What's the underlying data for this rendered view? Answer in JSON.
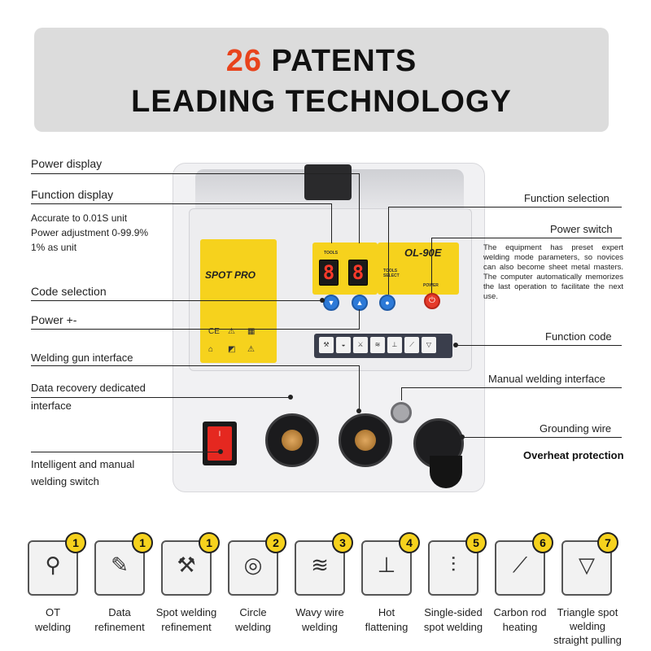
{
  "banner": {
    "accent": "26",
    "line1_rest": " PATENTS",
    "line2": "LEADING TECHNOLOGY"
  },
  "machine": {
    "brand": "SPOT PRO",
    "model": "OL-90E",
    "display_left": "8",
    "display_right": "8",
    "tools_label": "TOOLS",
    "select_label": "TOOLS SELECT",
    "power_label": "POWER",
    "cert_marks": [
      "CE",
      "⚠",
      "▦",
      "⌂",
      "◩",
      "⚠"
    ]
  },
  "callouts": {
    "power_display": "Power display",
    "function_display": "Function display",
    "function_display_detail": [
      "Accurate to 0.01S unit",
      "Power adjustment 0-99.9%",
      "1% as unit"
    ],
    "code_selection": "Code selection",
    "power_plus_minus": "Power +-",
    "welding_gun_interface": "Welding gun interface",
    "data_recovery_line1": "Data recovery dedicated",
    "data_recovery_line2": "interface",
    "intelligent_line1": "Intelligent and manual",
    "intelligent_line2": "welding switch",
    "function_selection": "Function selection",
    "power_switch": "Power switch",
    "power_switch_note": "The equipment has preset expert welding mode parameters, so novices can also become sheet metal masters. The computer automatically memorizes the last operation to facilitate the next use.",
    "function_code": "Function code",
    "manual_welding_interface": "Manual welding interface",
    "grounding_wire": "Grounding wire",
    "overheat_protection": "Overheat protection"
  },
  "modes": [
    {
      "badge": "1",
      "line1": "OT",
      "line2": "welding",
      "icon": "ot-terminal-icon"
    },
    {
      "badge": "1",
      "line1": "Data",
      "line2": "refinement",
      "icon": "pen-weld-icon"
    },
    {
      "badge": "1",
      "line1": "Spot welding",
      "line2": "refinement",
      "icon": "spot-gun-icon"
    },
    {
      "badge": "2",
      "line1": "Circle",
      "line2": "welding",
      "icon": "washer-icon"
    },
    {
      "badge": "3",
      "line1": "Wavy wire",
      "line2": "welding",
      "icon": "wavy-wire-icon"
    },
    {
      "badge": "4",
      "line1": "Hot",
      "line2": "flattening",
      "icon": "flatten-icon"
    },
    {
      "badge": "5",
      "line1": "Single-sided",
      "line2": "spot welding",
      "icon": "single-spot-icon"
    },
    {
      "badge": "6",
      "line1": "Carbon rod",
      "line2": "heating",
      "icon": "carbon-rod-icon"
    },
    {
      "badge": "7",
      "line1": "Triangle spot",
      "line2": "welding",
      "line3": "straight pulling",
      "icon": "triangle-pull-icon"
    }
  ],
  "colors": {
    "accent": "#e8431c",
    "panel_yellow": "#f6d21d",
    "display_red": "#ff3a2a",
    "button_blue": "#2d7ad8"
  }
}
